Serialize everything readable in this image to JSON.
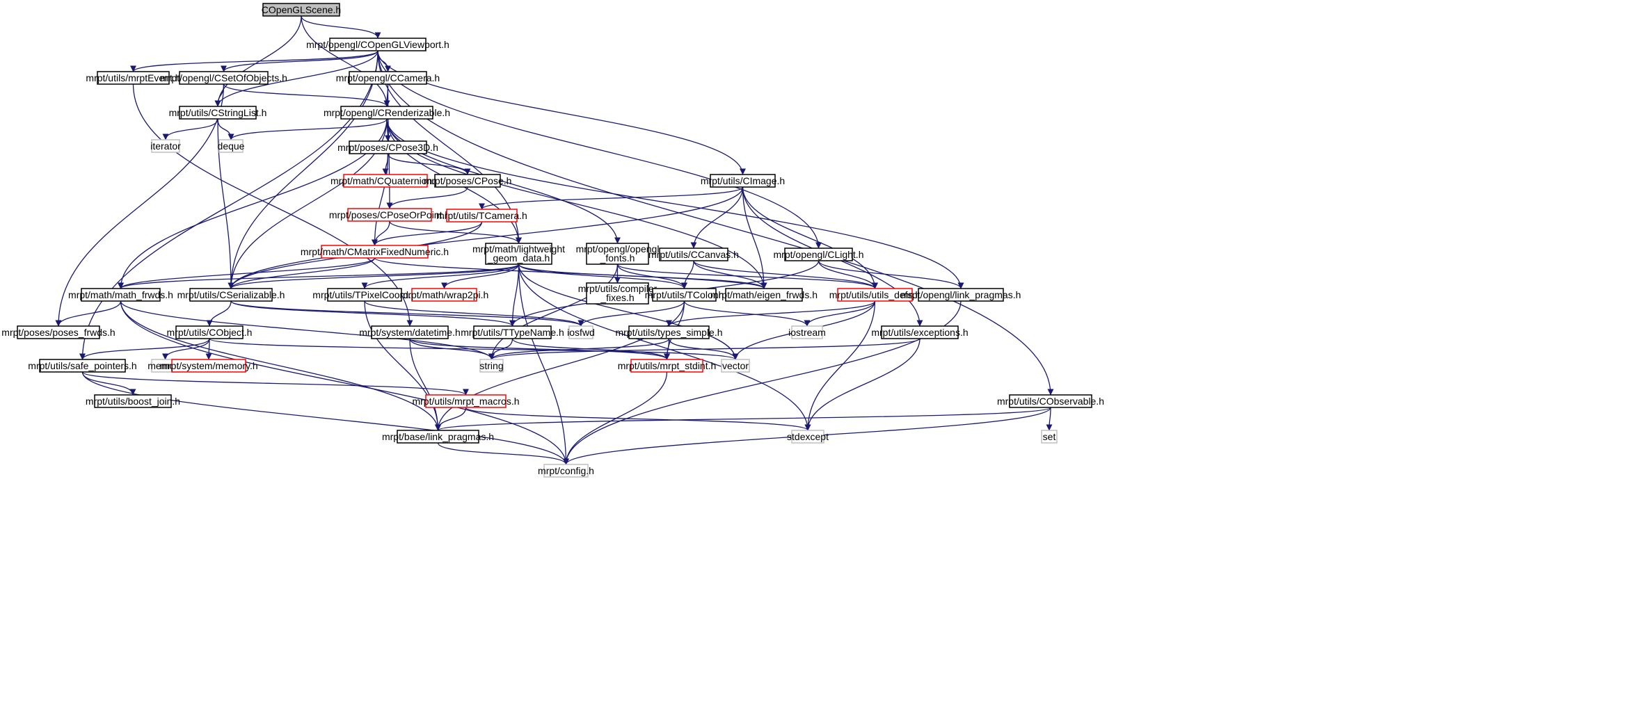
{
  "colors": {
    "edge": "#191970",
    "normal_border": "#000000",
    "normal_fill": "#ffffff",
    "root_fill": "#bfbfbf",
    "missing_border": "#bfbfbf",
    "truncated_border": "#ff0000",
    "text": "#000000"
  },
  "nodes": [
    {
      "id": "root",
      "label": "COpenGLScene.h",
      "kind": "root",
      "interactable": false
    },
    {
      "id": "viewport",
      "label": "mrpt/opengl/COpenGLViewport.h",
      "kind": "normal",
      "interactable": true
    },
    {
      "id": "mrptEvent",
      "label": "mrpt/utils/mrptEvent.h",
      "kind": "normal",
      "interactable": true
    },
    {
      "id": "setofobj",
      "label": "mrpt/opengl/CSetOfObjects.h",
      "kind": "normal",
      "interactable": true
    },
    {
      "id": "ccamera",
      "label": "mrpt/opengl/CCamera.h",
      "kind": "normal",
      "interactable": true
    },
    {
      "id": "stringlist",
      "label": "mrpt/utils/CStringList.h",
      "kind": "normal",
      "interactable": true
    },
    {
      "id": "renderizable",
      "label": "mrpt/opengl/CRenderizable.h",
      "kind": "normal",
      "interactable": true
    },
    {
      "id": "iterator",
      "label": "iterator",
      "kind": "missing",
      "interactable": false
    },
    {
      "id": "deque",
      "label": "deque",
      "kind": "missing",
      "interactable": false
    },
    {
      "id": "cpose3d",
      "label": "mrpt/poses/CPose3D.h",
      "kind": "normal",
      "interactable": true
    },
    {
      "id": "cquat",
      "label": "mrpt/math/CQuaternion.h",
      "kind": "truncated",
      "interactable": true
    },
    {
      "id": "cpose",
      "label": "mrpt/poses/CPose.h",
      "kind": "normal",
      "interactable": true
    },
    {
      "id": "cimage",
      "label": "mrpt/utils/CImage.h",
      "kind": "normal",
      "interactable": true
    },
    {
      "id": "cposeorpoint",
      "label": "mrpt/poses/CPoseOrPoint.h",
      "kind": "truncated",
      "interactable": true
    },
    {
      "id": "tcamera",
      "label": "mrpt/utils/TCamera.h",
      "kind": "truncated",
      "interactable": true
    },
    {
      "id": "cmatrixfixed",
      "label": "mrpt/math/CMatrixFixedNumeric.h",
      "kind": "truncated",
      "interactable": true
    },
    {
      "id": "lwgeom",
      "label": "mrpt/math/lightweight",
      "label2": "_geom_data.h",
      "kind": "normal",
      "interactable": true
    },
    {
      "id": "openglfonts",
      "label": "mrpt/opengl/opengl",
      "label2": "_fonts.h",
      "kind": "normal",
      "interactable": true
    },
    {
      "id": "ccanvas",
      "label": "mrpt/utils/CCanvas.h",
      "kind": "normal",
      "interactable": true
    },
    {
      "id": "clight",
      "label": "mrpt/opengl/CLight.h",
      "kind": "normal",
      "interactable": true
    },
    {
      "id": "mathfrwds",
      "label": "mrpt/math/math_frwds.h",
      "kind": "normal",
      "interactable": true
    },
    {
      "id": "cserializable",
      "label": "mrpt/utils/CSerializable.h",
      "kind": "normal",
      "interactable": true
    },
    {
      "id": "tpixelcoord",
      "label": "mrpt/utils/TPixelCoord.h",
      "kind": "normal",
      "interactable": true
    },
    {
      "id": "wrap2pi",
      "label": "mrpt/math/wrap2pi.h",
      "kind": "truncated",
      "interactable": true
    },
    {
      "id": "compilerfixes",
      "label": "mrpt/utils/compiler",
      "label2": "_fixes.h",
      "kind": "normal",
      "interactable": true
    },
    {
      "id": "tcolor",
      "label": "mrpt/utils/TColor.h",
      "kind": "normal",
      "interactable": true
    },
    {
      "id": "eigenfrwds",
      "label": "mrpt/math/eigen_frwds.h",
      "kind": "normal",
      "interactable": true
    },
    {
      "id": "utilsdefs",
      "label": "mrpt/utils/utils_defs.h",
      "kind": "truncated",
      "interactable": true
    },
    {
      "id": "linkpragmas_gl",
      "label": "mrpt/opengl/link_pragmas.h",
      "kind": "normal",
      "interactable": true
    },
    {
      "id": "posesfrwds",
      "label": "mrpt/poses/poses_frwds.h",
      "kind": "normal",
      "interactable": true
    },
    {
      "id": "cobject",
      "label": "mrpt/utils/CObject.h",
      "kind": "normal",
      "interactable": true
    },
    {
      "id": "datetime",
      "label": "mrpt/system/datetime.h",
      "kind": "normal",
      "interactable": true
    },
    {
      "id": "ttypename",
      "label": "mrpt/utils/TTypeName.h",
      "kind": "normal",
      "interactable": true
    },
    {
      "id": "iosfwd",
      "label": "iosfwd",
      "kind": "missing",
      "interactable": false
    },
    {
      "id": "typessimple",
      "label": "mrpt/utils/types_simple.h",
      "kind": "normal",
      "interactable": true
    },
    {
      "id": "iostream",
      "label": "iostream",
      "kind": "missing",
      "interactable": false
    },
    {
      "id": "exceptions",
      "label": "mrpt/utils/exceptions.h",
      "kind": "normal",
      "interactable": true
    },
    {
      "id": "safepointers",
      "label": "mrpt/utils/safe_pointers.h",
      "kind": "normal",
      "interactable": true
    },
    {
      "id": "memory",
      "label": "memory",
      "kind": "missing",
      "interactable": false
    },
    {
      "id": "sysmemory",
      "label": "mrpt/system/memory.h",
      "kind": "truncated",
      "interactable": true
    },
    {
      "id": "string",
      "label": "string",
      "kind": "missing",
      "interactable": false
    },
    {
      "id": "mrptstdint",
      "label": "mrpt/utils/mrpt_stdint.h",
      "kind": "truncated",
      "interactable": true
    },
    {
      "id": "vector",
      "label": "vector",
      "kind": "missing",
      "interactable": false
    },
    {
      "id": "boostjoin",
      "label": "mrpt/utils/boost_join.h",
      "kind": "normal",
      "interactable": true
    },
    {
      "id": "mrptmacros",
      "label": "mrpt/utils/mrpt_macros.h",
      "kind": "truncated",
      "interactable": true
    },
    {
      "id": "cobservable",
      "label": "mrpt/utils/CObservable.h",
      "kind": "normal",
      "interactable": true
    },
    {
      "id": "baselink",
      "label": "mrpt/base/link_pragmas.h",
      "kind": "normal",
      "interactable": true
    },
    {
      "id": "stdexcept",
      "label": "stdexcept",
      "kind": "missing",
      "interactable": false
    },
    {
      "id": "set",
      "label": "set",
      "kind": "missing",
      "interactable": false
    },
    {
      "id": "config",
      "label": "mrpt/config.h",
      "kind": "missing",
      "interactable": false
    }
  ],
  "edges": [
    [
      "root",
      "viewport"
    ],
    [
      "root",
      "stringlist"
    ],
    [
      "root",
      "renderizable"
    ],
    [
      "viewport",
      "mrptEvent"
    ],
    [
      "viewport",
      "setofobj"
    ],
    [
      "viewport",
      "ccamera"
    ],
    [
      "viewport",
      "stringlist"
    ],
    [
      "viewport",
      "cimage"
    ],
    [
      "viewport",
      "clight"
    ],
    [
      "viewport",
      "cobservable"
    ],
    [
      "viewport",
      "safepointers"
    ],
    [
      "viewport",
      "cserializable"
    ],
    [
      "viewport",
      "lwgeom"
    ],
    [
      "mrptEvent",
      "datetime"
    ],
    [
      "setofobj",
      "stringlist"
    ],
    [
      "setofobj",
      "renderizable"
    ],
    [
      "setofobj",
      "posesfrwds"
    ],
    [
      "ccamera",
      "renderizable"
    ],
    [
      "ccamera",
      "cposeorpoint"
    ],
    [
      "stringlist",
      "iterator"
    ],
    [
      "stringlist",
      "deque"
    ],
    [
      "stringlist",
      "cserializable"
    ],
    [
      "renderizable",
      "deque"
    ],
    [
      "renderizable",
      "cpose3d"
    ],
    [
      "renderizable",
      "mathfrwds"
    ],
    [
      "renderizable",
      "cserializable"
    ],
    [
      "renderizable",
      "lwgeom"
    ],
    [
      "renderizable",
      "openglfonts"
    ],
    [
      "renderizable",
      "eigenfrwds"
    ],
    [
      "renderizable",
      "linkpragmas_gl"
    ],
    [
      "cpose3d",
      "cquat"
    ],
    [
      "cpose3d",
      "cpose"
    ],
    [
      "cpose3d",
      "cmatrixfixed"
    ],
    [
      "cpose",
      "cposeorpoint"
    ],
    [
      "cimage",
      "tcamera"
    ],
    [
      "cimage",
      "ccanvas"
    ],
    [
      "cimage",
      "eigenfrwds"
    ],
    [
      "cimage",
      "utilsdefs"
    ],
    [
      "cimage",
      "exceptions"
    ],
    [
      "cimage",
      "cserializable"
    ],
    [
      "cposeorpoint",
      "cmatrixfixed"
    ],
    [
      "cposeorpoint",
      "lwgeom"
    ],
    [
      "tcamera",
      "cmatrixfixed"
    ],
    [
      "tcamera",
      "cserializable"
    ],
    [
      "cmatrixfixed",
      "mathfrwds"
    ],
    [
      "cmatrixfixed",
      "cserializable"
    ],
    [
      "cmatrixfixed",
      "eigenfrwds"
    ],
    [
      "lwgeom",
      "mathfrwds"
    ],
    [
      "lwgeom",
      "cserializable"
    ],
    [
      "lwgeom",
      "tpixelcoord"
    ],
    [
      "lwgeom",
      "wrap2pi"
    ],
    [
      "lwgeom",
      "tcolor"
    ],
    [
      "lwgeom",
      "ttypename"
    ],
    [
      "lwgeom",
      "eigenfrwds"
    ],
    [
      "lwgeom",
      "vector"
    ],
    [
      "lwgeom",
      "stdexcept"
    ],
    [
      "lwgeom",
      "config"
    ],
    [
      "openglfonts",
      "compilerfixes"
    ],
    [
      "openglfonts",
      "tcolor"
    ],
    [
      "openglfonts",
      "string"
    ],
    [
      "openglfonts",
      "utilsdefs"
    ],
    [
      "ccanvas",
      "tcolor"
    ],
    [
      "ccanvas",
      "eigenfrwds"
    ],
    [
      "ccanvas",
      "utilsdefs"
    ],
    [
      "clight",
      "utilsdefs"
    ],
    [
      "clight",
      "linkpragmas_gl"
    ],
    [
      "clight",
      "ttypename"
    ],
    [
      "mathfrwds",
      "posesfrwds"
    ],
    [
      "mathfrwds",
      "baselink"
    ],
    [
      "mathfrwds",
      "config"
    ],
    [
      "mathfrwds",
      "string"
    ],
    [
      "cserializable",
      "cobject"
    ],
    [
      "cserializable",
      "ttypename"
    ],
    [
      "cserializable",
      "iosfwd"
    ],
    [
      "tpixelcoord",
      "iosfwd"
    ],
    [
      "tpixelcoord",
      "baselink"
    ],
    [
      "tcolor",
      "iosfwd"
    ],
    [
      "tcolor",
      "iostream"
    ],
    [
      "tcolor",
      "mrptstdint"
    ],
    [
      "tcolor",
      "baselink"
    ],
    [
      "utilsdefs",
      "typessimple"
    ],
    [
      "utilsdefs",
      "iostream"
    ],
    [
      "utilsdefs",
      "vector"
    ],
    [
      "utilsdefs",
      "stdexcept"
    ],
    [
      "linkpragmas_gl",
      "config"
    ],
    [
      "cobject",
      "safepointers"
    ],
    [
      "cobject",
      "memory"
    ],
    [
      "cobject",
      "sysmemory"
    ],
    [
      "cobject",
      "vector"
    ],
    [
      "datetime",
      "string"
    ],
    [
      "datetime",
      "mrptstdint"
    ],
    [
      "datetime",
      "baselink"
    ],
    [
      "ttypename",
      "string"
    ],
    [
      "ttypename",
      "mrptstdint"
    ],
    [
      "typessimple",
      "string"
    ],
    [
      "typessimple",
      "mrptstdint"
    ],
    [
      "typessimple",
      "vector"
    ],
    [
      "exceptions",
      "string"
    ],
    [
      "exceptions",
      "stdexcept"
    ],
    [
      "safepointers",
      "boostjoin"
    ],
    [
      "safepointers",
      "mrptmacros"
    ],
    [
      "safepointers",
      "config"
    ],
    [
      "mrptstdint",
      "config"
    ],
    [
      "mrptmacros",
      "baselink"
    ],
    [
      "mrptmacros",
      "stdexcept"
    ],
    [
      "cobservable",
      "baselink"
    ],
    [
      "cobservable",
      "set"
    ],
    [
      "cobservable",
      "config"
    ],
    [
      "baselink",
      "config"
    ]
  ]
}
